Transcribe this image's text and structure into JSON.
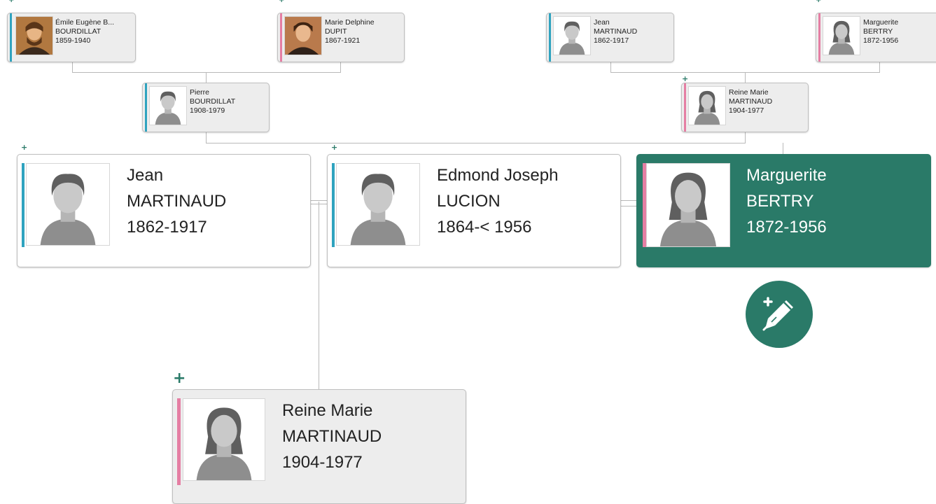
{
  "ancestors": [
    {
      "first": "Émile Eugène B...",
      "last": "BOURDILLAT",
      "years": "1859-1940"
    },
    {
      "first": "Marie Delphine",
      "last": "DUPIT",
      "years": "1867-1921"
    },
    {
      "first": "Jean",
      "last": "MARTINAUD",
      "years": "1862-1917"
    },
    {
      "first": "Marguerite",
      "last": "BERTRY",
      "years": "1872-1956"
    },
    {
      "first": "Pierre",
      "last": "BOURDILLAT",
      "years": "1908-1979"
    },
    {
      "first": "Reine Marie",
      "last": "MARTINAUD",
      "years": "1904-1977"
    }
  ],
  "spouses": [
    {
      "first": "Jean",
      "last": "MARTINAUD",
      "years": "1862-1917"
    },
    {
      "first": "Edmond Joseph",
      "last": "LUCION",
      "years": "1864-< 1956"
    }
  ],
  "focus": {
    "first": "Marguerite",
    "last": "BERTRY",
    "years": "1872-1956"
  },
  "child": {
    "first": "Reine Marie",
    "last": "MARTINAUD",
    "years": "1904-1977"
  },
  "icons": {
    "add": "+",
    "edit": "add-edit-icon"
  },
  "colors": {
    "accent": "#2a7a68",
    "male": "#2fa3bf",
    "female": "#e57ea3",
    "line": "#b9b9b9"
  }
}
